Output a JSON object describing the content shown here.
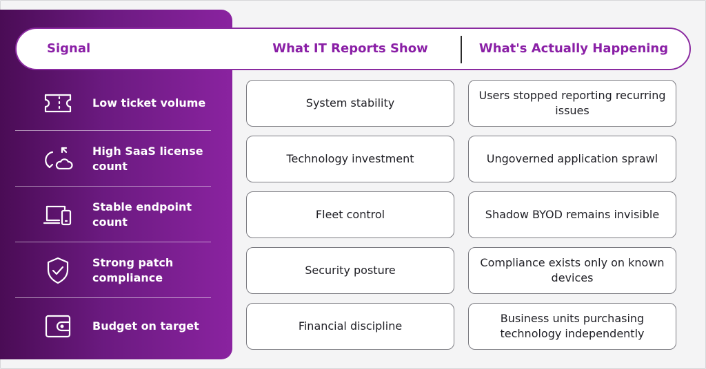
{
  "headers": {
    "signal": "Signal",
    "it_reports": "What IT Reports Show",
    "actual": "What's Actually Happening"
  },
  "rows": [
    {
      "icon": "ticket-icon",
      "signal": "Low ticket volume",
      "it_reports": "System stability",
      "actual": "Users stopped reporting recurring issues"
    },
    {
      "icon": "cloud-sync-icon",
      "signal": "High SaaS license count",
      "it_reports": "Technology investment",
      "actual": "Ungoverned application sprawl"
    },
    {
      "icon": "devices-icon",
      "signal": "Stable endpoint count",
      "it_reports": "Fleet control",
      "actual": "Shadow BYOD remains invisible"
    },
    {
      "icon": "shield-check-icon",
      "signal": "Strong patch compliance",
      "it_reports": "Security posture",
      "actual": "Compliance exists only on known devices"
    },
    {
      "icon": "wallet-icon",
      "signal": "Budget on target",
      "it_reports": "Financial discipline",
      "actual": "Business units purchasing technology independently"
    }
  ],
  "colors": {
    "accent": "#8a1fa6",
    "panel_dark": "#4a0c55",
    "panel_light": "#8a23a0",
    "box_border": "#7a7a80"
  }
}
